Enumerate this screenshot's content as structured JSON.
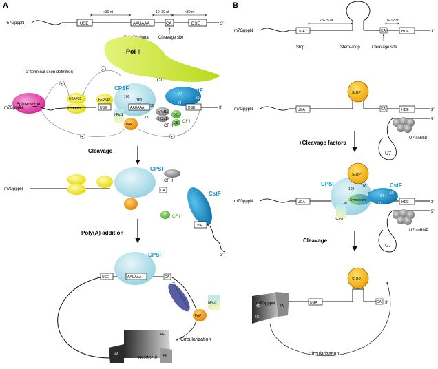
{
  "panels": {
    "a_letter": "A",
    "b_letter": "B"
  },
  "a": {
    "top": {
      "cap": "m7GpppN",
      "use": "USE",
      "aauaaa": "AAUAAA",
      "ca": "CA",
      "dse": "DSE",
      "three": "3'",
      "dist1": "<30 nt",
      "dist2": "10–30 nt",
      "dist3": "<30 nt",
      "polya_signal": "Poly(A) signal",
      "cleavage_site": "Cleavage site"
    },
    "complex": {
      "exon_def": "3' terminal exon definition",
      "polII": "Pol II",
      "ctd": "CTD",
      "cpsf": "CPSF",
      "cstf": "CstF",
      "spliceosome": "Spliceosome",
      "u2af35": "U2AF35",
      "u2af65": "U2AF65",
      "hnrnpi": "hnRNPI",
      "hfip1": "hFip1",
      "cpsf100": "100",
      "cpsf160": "160",
      "cpsf30": "30",
      "cpsf73": "73",
      "cstf77": "77",
      "cstf50": "50",
      "cstf64": "64",
      "pcf11": "hPcf11",
      "clp1": "hClp1",
      "cf2": "CF II",
      "cf1": "CF I",
      "c68": "68",
      "c25": "25",
      "pap": "PAP",
      "cap": "m7GpppN",
      "three": "3'",
      "use": "USE",
      "aauaaa": "AAUAAA",
      "dse": "DSE",
      "plus": "+"
    },
    "step1": "Cleavage",
    "step2": "Poly(A) addition",
    "cleaved": {
      "cap": "m7GpppN",
      "cstf": "CstF",
      "cpsf": "CPSF",
      "three": "3'",
      "dse": "DSE",
      "ca": "CA",
      "cf2": "CF II",
      "cf1": "CF I"
    },
    "circ": {
      "cpsf": "CPSF",
      "use": "USE",
      "aauaaa": "AAUAAA",
      "ca": "CA",
      "polya": "AAAAAAAAAAAAA",
      "hfip1": "hFip1",
      "pap": "PAP",
      "label": "Circularization",
      "e4g": "4G",
      "e4e": "4E",
      "e4a": "4A",
      "cap_flipped": "m7GpppN"
    }
  },
  "b": {
    "top": {
      "cap": "m7GpppN",
      "uga": "UGA",
      "ca": "CA",
      "hde": "HDE",
      "three": "3'",
      "dist1": "20–75 nt",
      "dist2": "8–12 nt",
      "stop": "Stop",
      "stemloop": "Stem–loop",
      "cleavage_site": "Cleavage site"
    },
    "complex": {
      "cap": "m7GpppN",
      "uga": "UGA",
      "slbp": "SLBP",
      "ca": "CA",
      "hde": "HDE",
      "three": "3'",
      "five": "5'",
      "u7": "U7",
      "u7snrnp": "U7 snRNP"
    },
    "step1": "+Cleavage factors",
    "assembled": {
      "cap": "m7GpppN",
      "uga": "UGA",
      "slbp": "SLBP",
      "cpsf": "CPSF",
      "cstf": "CstF",
      "symplekin": "Symplekin",
      "hfip1": "hFip1",
      "n160": "160",
      "n100": "100",
      "n73": "73",
      "n30": "30",
      "n64": "64",
      "n77": "77",
      "n50": "50",
      "hde": "HDE",
      "three": "3'",
      "five": "5'",
      "u7": "U7",
      "u7snrnp": "U7 snRNP"
    },
    "step2": "Cleavage",
    "final": {
      "cap": "m7GpppN",
      "uga": "UGA",
      "slbp": "SLBP",
      "ca": "CA",
      "three": "3'",
      "e4e": "4E",
      "e4a": "4A",
      "e4g": "4G",
      "label": "Circularization"
    }
  }
}
